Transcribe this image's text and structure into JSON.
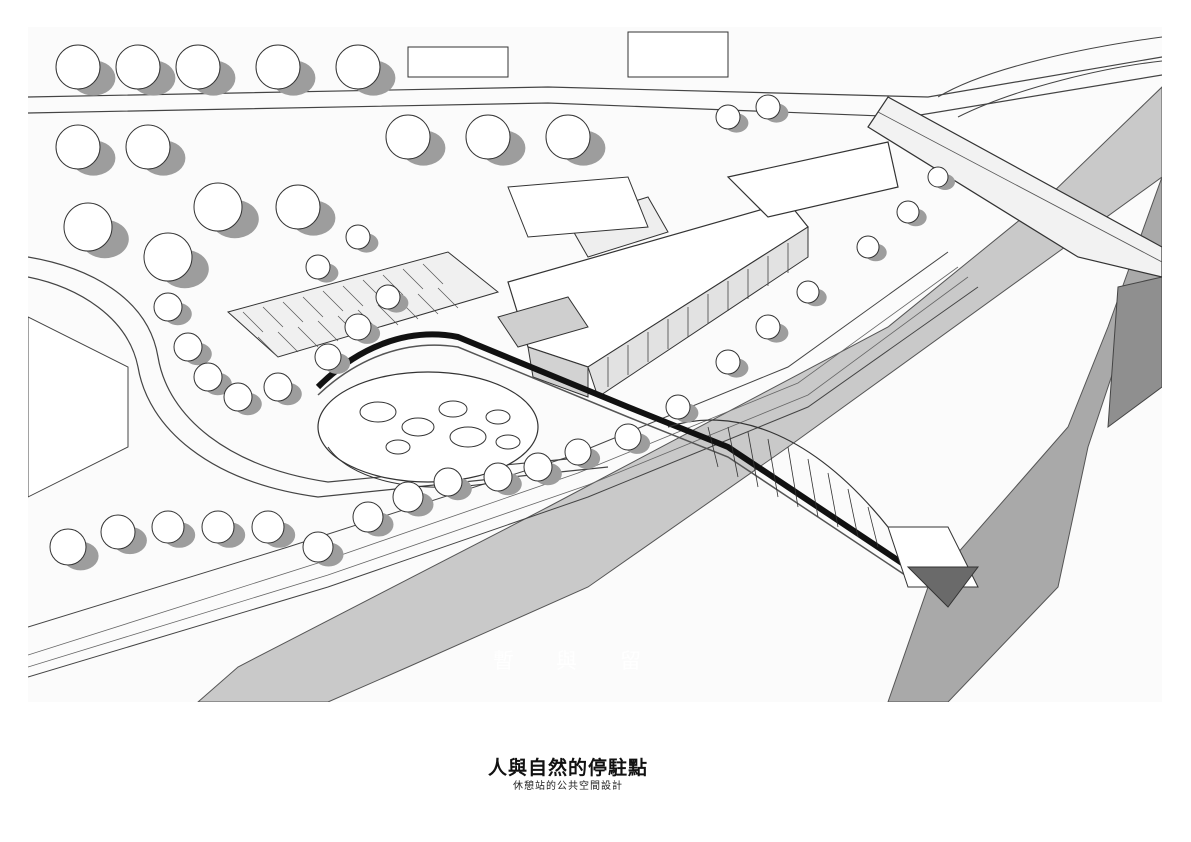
{
  "render": {
    "overlay_chars": [
      "暫",
      "與",
      "留"
    ]
  },
  "caption": {
    "title": "人與自然的停駐點",
    "subtitle": "休憩站的公共空間設計"
  },
  "colors": {
    "river": "#c9c9c9",
    "shadow": "#9d9d9d",
    "line": "#333333",
    "paper": "#ffffff"
  }
}
